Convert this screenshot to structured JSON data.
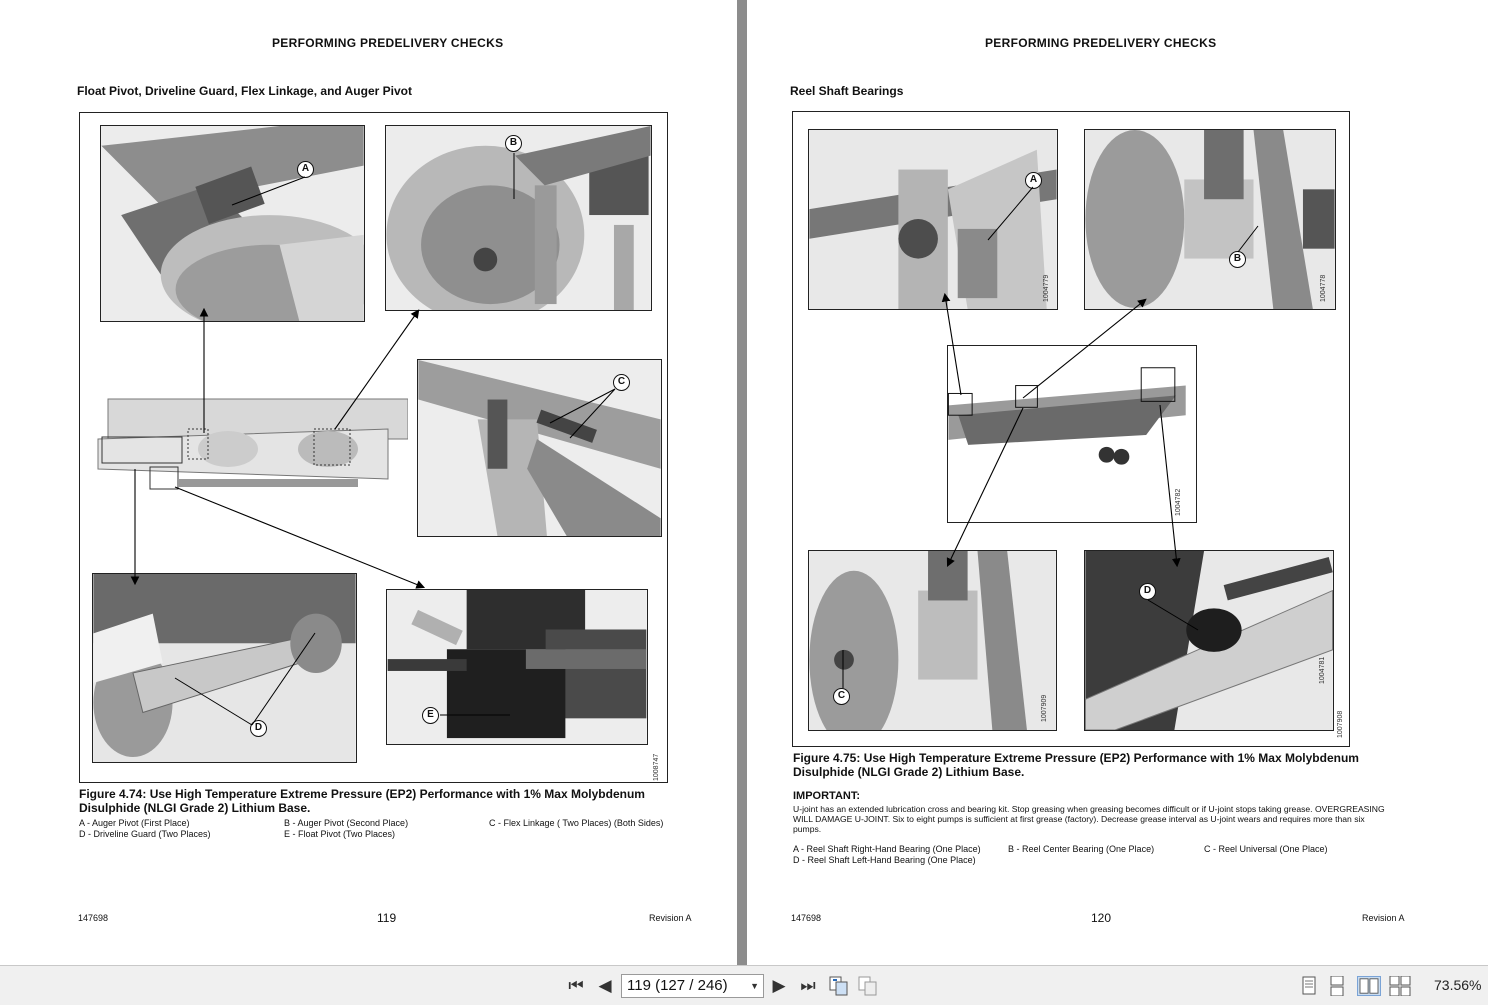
{
  "left_page": {
    "header": "PERFORMING PREDELIVERY CHECKS",
    "section_title": "Float Pivot, Driveline Guard, Flex Linkage, and Auger Pivot",
    "callouts": {
      "a": "A",
      "b": "B",
      "c": "C",
      "d": "D",
      "e": "E"
    },
    "figure_id": "1008747",
    "caption": "Figure 4.74: Use High Temperature Extreme Pressure (EP2) Performance with 1% Max Molybdenum Disulphide (NLGI Grade 2) Lithium Base.",
    "legend": [
      "A - Auger Pivot (First Place)",
      "B - Auger Pivot (Second Place)",
      "C - Flex Linkage ( Two Places) (Both Sides)",
      "D - Driveline Guard (Two Places)",
      "E - Float Pivot (Two Places)"
    ],
    "footer_left": "147698",
    "page_number": "119",
    "footer_right": "Revision A"
  },
  "right_page": {
    "header": "PERFORMING PREDELIVERY CHECKS",
    "section_title": "Reel Shaft Bearings",
    "callouts": {
      "a": "A",
      "b": "B",
      "c": "C",
      "d": "D"
    },
    "panel_ids": {
      "tl": "1004779",
      "tr": "1004778",
      "center": "1004782",
      "bl": "1007909",
      "br": "1004781",
      "frame": "1007908"
    },
    "caption": "Figure 4.75: Use High Temperature Extreme Pressure (EP2) Performance with 1% Max Molybdenum Disulphide (NLGI Grade 2) Lithium Base.",
    "important_title": "IMPORTANT:",
    "important_text": "U-joint has an extended lubrication cross and bearing kit. Stop greasing when greasing becomes difficult or if U-joint stops taking grease. OVERGREASING WILL DAMAGE U-JOINT. Six to eight pumps is sufficient at first grease (factory). Decrease grease interval as U-joint wears and requires more than six pumps.",
    "legend": [
      "A - Reel Shaft Right-Hand Bearing (One Place)",
      "B - Reel Center Bearing (One Place)",
      "C - Reel Universal (One Place)",
      "D - Reel Shaft Left-Hand Bearing (One Place)"
    ],
    "footer_left": "147698",
    "page_number": "120",
    "footer_right": "Revision A"
  },
  "toolbar": {
    "page_indicator": "119 (127 / 246)",
    "zoom": "73.56%",
    "icons": [
      "first-page-icon",
      "previous-page-icon",
      "next-page-icon",
      "last-page-icon",
      "previous-view-icon",
      "next-view-icon",
      "single-page-icon",
      "continuous-icon",
      "facing-icon",
      "continuous-facing-icon"
    ]
  }
}
